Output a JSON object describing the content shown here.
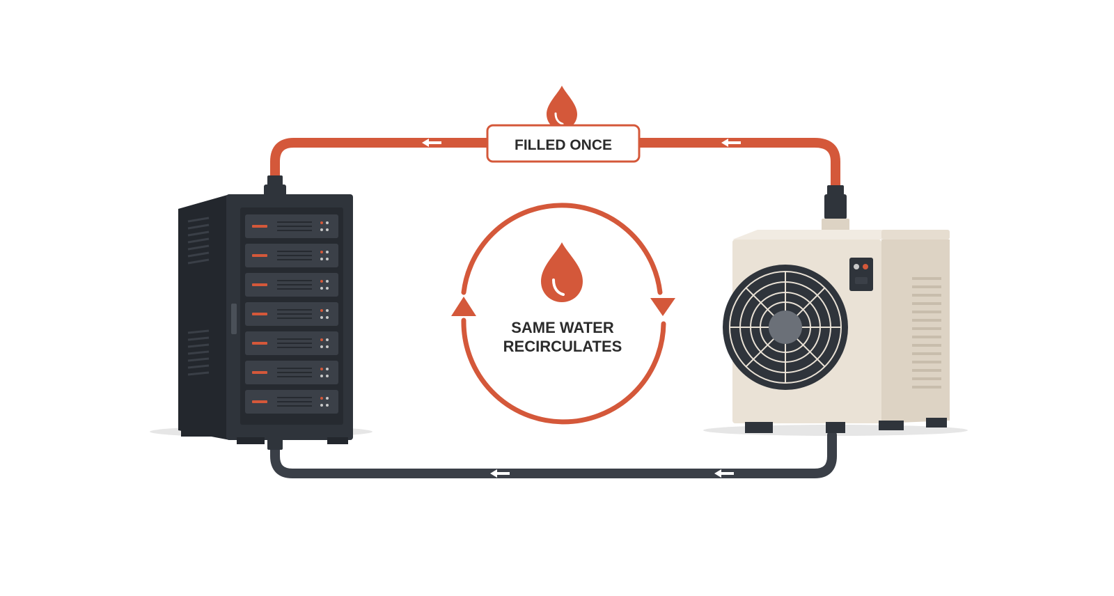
{
  "colors": {
    "background": "#ffffff",
    "hot_pipe": "#d4583a",
    "cold_pipe": "#3a3f47",
    "connector": "#2f343b",
    "rack_body": "#2f343b",
    "rack_side": "#23272d",
    "drive_bay": "#3b4048",
    "drive_led": "#d4583a",
    "cooler_body": "#eae2d6",
    "cooler_side": "#ddd3c4",
    "fan_grille": "#2f343b",
    "label_text": "#2b2b2b",
    "label_border": "#d4583a"
  },
  "icons": {
    "top_drop": "water-drop-icon",
    "center_drop": "water-drop-icon",
    "server": "server-rack-icon",
    "cooler": "dry-cooler-unit-icon",
    "flow": "flow-arrow-icon",
    "cycle": "recirculation-cycle-icon"
  },
  "labels": {
    "top_label": "FILLED ONCE",
    "center_line_1": "SAME WATER",
    "center_line_2": "RECIRCULATES"
  }
}
